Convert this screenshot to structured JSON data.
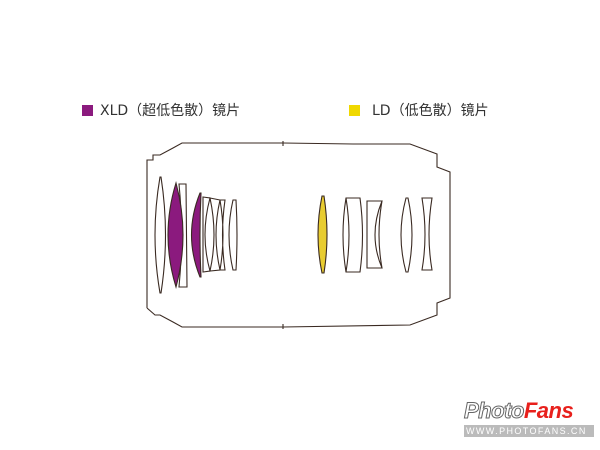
{
  "legend": [
    {
      "label": "XLD（超低色散）镜片",
      "color": "#8b1a7e"
    },
    {
      "label": "LD（低色散）镜片",
      "color": "#f0d800"
    }
  ],
  "watermark": {
    "brand_part1": "Photo",
    "brand_part2": "Fans",
    "url": "WWW.PHOTOFANS.CN"
  }
}
